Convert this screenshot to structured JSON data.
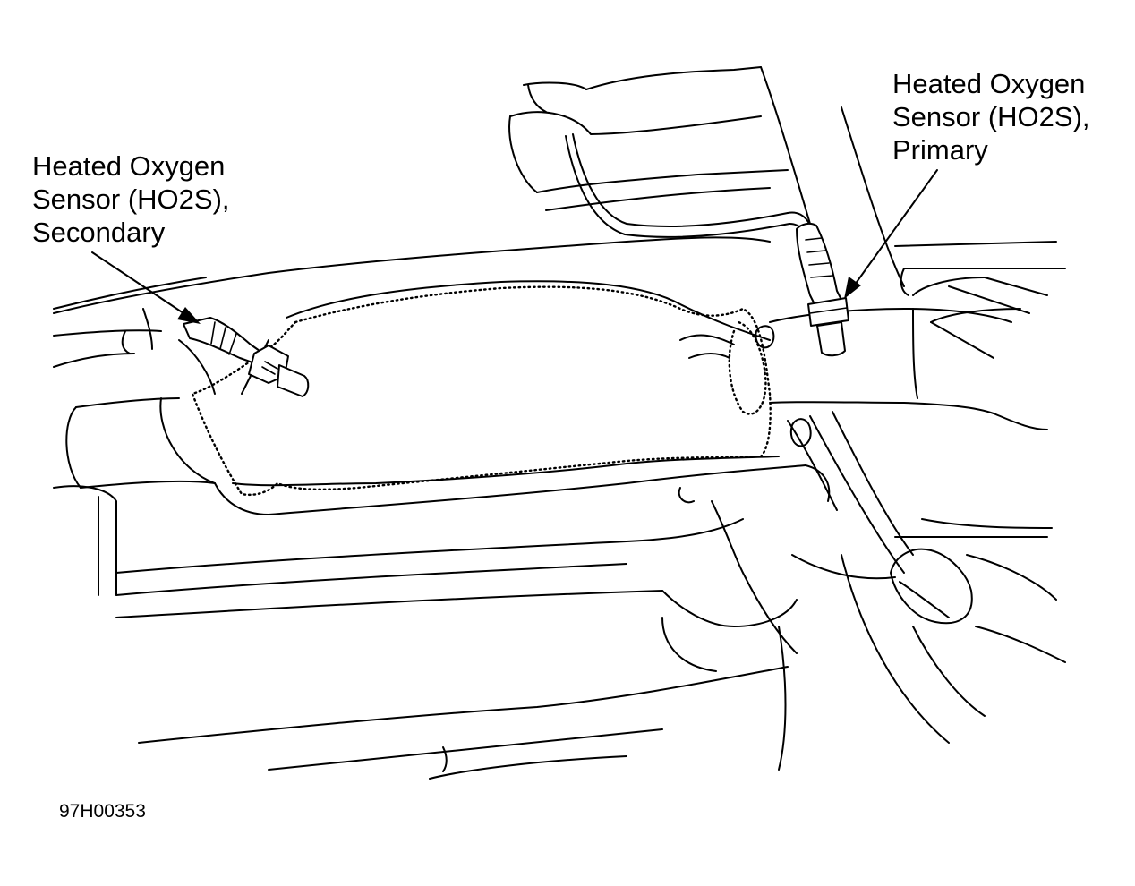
{
  "callouts": {
    "secondary": {
      "lines": [
        "Heated Oxygen",
        "Sensor (HO2S),",
        "Secondary"
      ]
    },
    "primary": {
      "lines": [
        "Heated Oxygen",
        "Sensor (HO2S),",
        "Primary"
      ]
    }
  },
  "figure_id": "97H00353",
  "colors": {
    "ink": "#000000",
    "paper": "#ffffff"
  }
}
